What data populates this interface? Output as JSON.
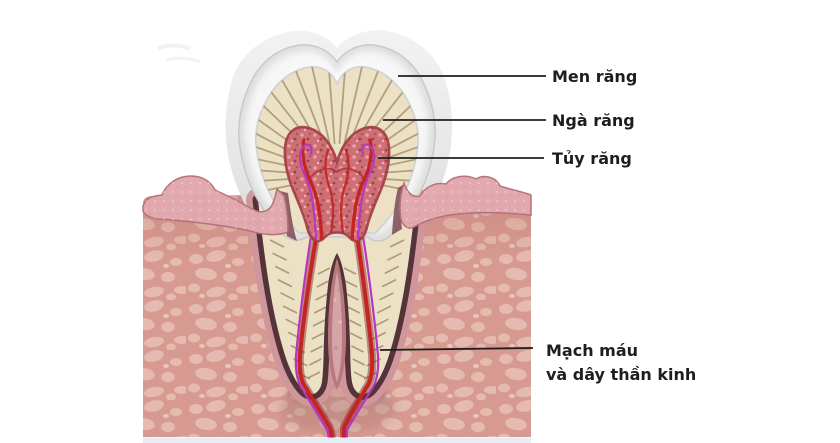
{
  "figure": {
    "type": "anatomical-diagram",
    "subject": "Cross-section of a human tooth in gum and jaw bone",
    "labels": {
      "enamel": "Men răng",
      "dentin": "Ngà răng",
      "pulp": "Tủy răng",
      "vessels_line1": "Mạch máu",
      "vessels_line2": "và dây thần kinh"
    },
    "colors": {
      "background": "#ffffff",
      "bone": "#d79a91",
      "bone_spots": "#eac3b8",
      "gum": "#e2a9ae",
      "gum_edge": "#b5707b",
      "periodontal_ligament": "#cf979c",
      "root_outline": "#54343a",
      "dentin": "#ece1c4",
      "dentin_lines": "#ab9b74",
      "enamel": "#f4f4f4",
      "enamel_shadow": "#d7d7d7",
      "pulp": "#ce6f76",
      "pulp_rim": "#a23c44",
      "vessel_red": "#c42424",
      "nerve_purple": "#b637c2",
      "leader_line": "#1f1f1f",
      "label_text": "#1e1e1e",
      "bottom_strip": "#e7edf4"
    }
  }
}
